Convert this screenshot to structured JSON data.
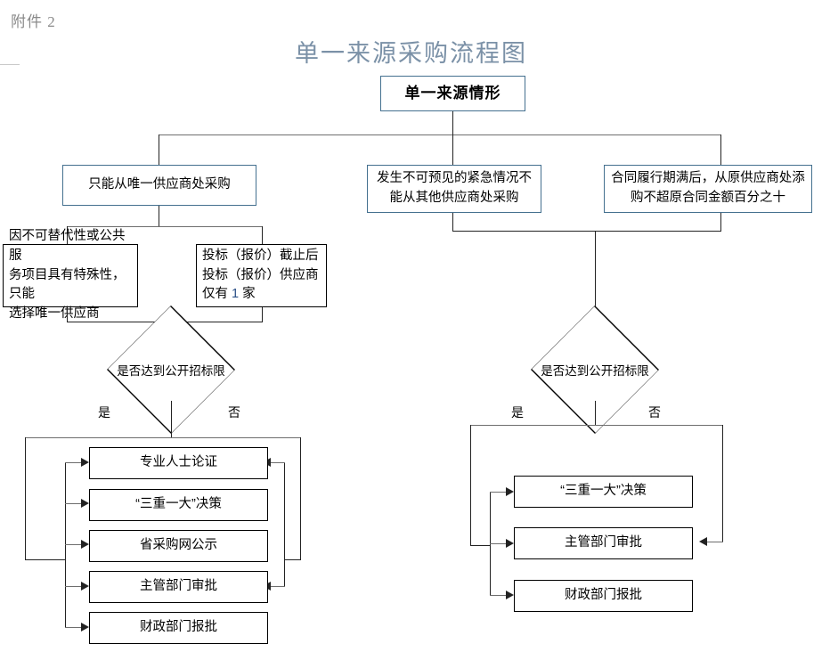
{
  "page": {
    "attachment_label": "附件 2",
    "title": "单一来源采购流程图",
    "title_color": "#7b91a7",
    "blue_border_color": "#44708f",
    "black_border_color": "#000000"
  },
  "nodes": {
    "root": {
      "label": "单一来源情形"
    },
    "branch1": {
      "label": "只能从唯一供应商处采购"
    },
    "branch2_line1": {
      "label": "发生不可预见的紧急情况不"
    },
    "branch2_line2": {
      "label": "能从其他供应商处采购"
    },
    "branch3_line1": {
      "label": "合同履行期满后，从原供应商处添"
    },
    "branch3_line2": {
      "label": "购不超原合同金额百分之十"
    },
    "sub1_line1": {
      "label": "因不可替代性或公共服"
    },
    "sub1_line2": {
      "label": "务项目具有特殊性，只能"
    },
    "sub1_line3": {
      "label": "选择唯一供应商"
    },
    "sub2_line1": {
      "label": "投标（报价）截止后"
    },
    "sub2_line2": {
      "label": "投标（报价）供应商"
    },
    "sub2_line3_pre": {
      "label": "仅有 "
    },
    "sub2_line3_num": {
      "label": "1"
    },
    "sub2_line3_post": {
      "label": " 家"
    },
    "decision_left": {
      "label": "是否达到公开招标限"
    },
    "decision_right": {
      "label": "是否达到公开招标限"
    },
    "yes_left": {
      "label": "是"
    },
    "no_left": {
      "label": "否"
    },
    "yes_right": {
      "label": "是"
    },
    "no_right": {
      "label": "否"
    }
  },
  "left_process": {
    "steps": [
      {
        "label": "专业人士论证"
      },
      {
        "label": "“三重一大”决策"
      },
      {
        "label": "省采购网公示"
      },
      {
        "label": "主管部门审批"
      },
      {
        "label": "财政部门报批"
      }
    ]
  },
  "right_process": {
    "steps": [
      {
        "label": "“三重一大”决策"
      },
      {
        "label": "主管部门审批"
      },
      {
        "label": "财政部门报批"
      }
    ]
  }
}
